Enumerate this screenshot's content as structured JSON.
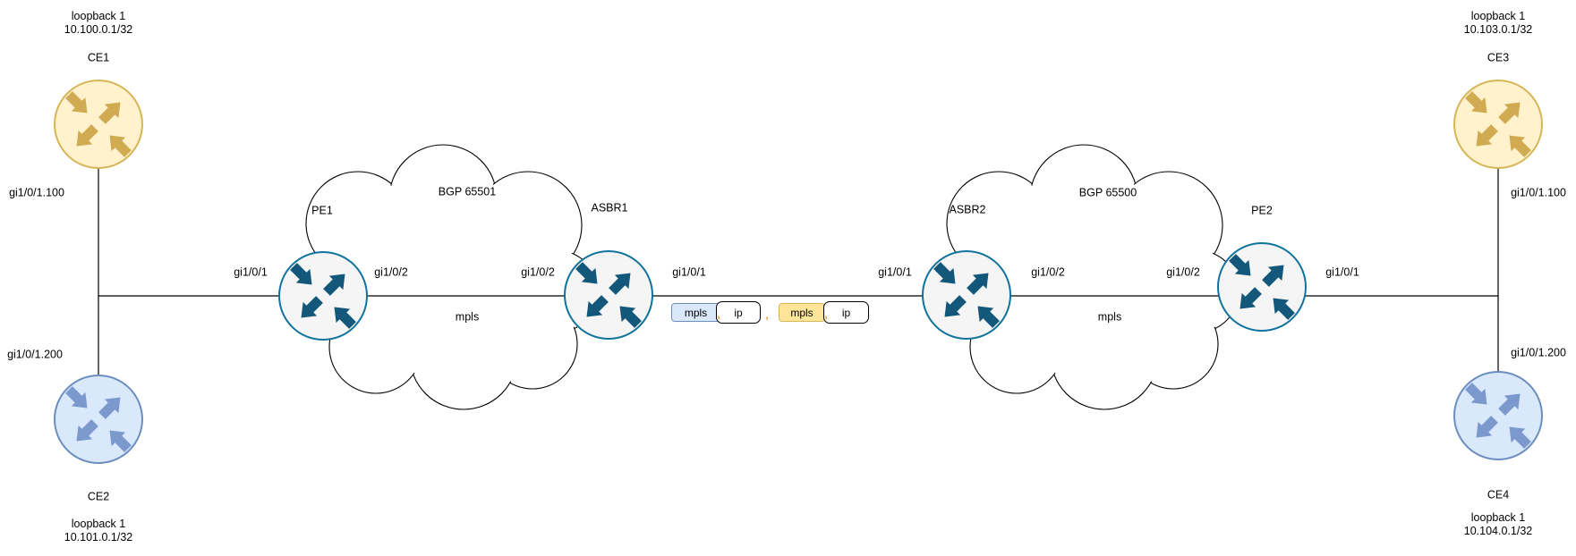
{
  "nodes": {
    "ce1": {
      "name": "CE1",
      "loopback_title": "loopback 1",
      "loopback_ip": "10.100.0.1/32",
      "interface": "gi1/0/1.100"
    },
    "ce2": {
      "name": "CE2",
      "loopback_title": "loopback 1",
      "loopback_ip": "10.101.0.1/32",
      "interface": "gi1/0/1.200"
    },
    "ce3": {
      "name": "CE3",
      "loopback_title": "loopback 1",
      "loopback_ip": "10.103.0.1/32",
      "interface": "gi1/0/1.100"
    },
    "ce4": {
      "name": "CE4",
      "loopback_title": "loopback 1",
      "loopback_ip": "10.104.0.1/32",
      "interface": "gi1/0/1.200"
    },
    "pe1": {
      "name": "PE1",
      "if_left": "gi1/0/1",
      "if_right": "gi1/0/2"
    },
    "asbr1": {
      "name": "ASBR1",
      "if_left": "gi1/0/2",
      "if_right": "gi1/0/1"
    },
    "asbr2": {
      "name": "ASBR2",
      "if_left": "gi1/0/1",
      "if_right": "gi1/0/2"
    },
    "pe2": {
      "name": "PE2",
      "if_left": "gi1/0/2",
      "if_right": "gi1/0/1"
    }
  },
  "clouds": {
    "left": {
      "label": "BGP 65501",
      "transport": "mpls"
    },
    "right": {
      "label": "BGP 65500",
      "transport": "mpls"
    }
  },
  "protocol_stacks": {
    "separator": ",",
    "left": {
      "bottom": "mpls",
      "top": "ip"
    },
    "right": {
      "bottom": "mpls",
      "top": "ip"
    }
  },
  "icons": {
    "router": "router-arrows-icon",
    "cloud": "autonomous-system-cloud"
  },
  "colors": {
    "text": "#000000",
    "line": "#000000",
    "cloud_stroke": "#000000",
    "core_fill": "#f5f5f5",
    "core_stroke": "#10739e",
    "core_arrow": "#13587a",
    "ce_yellow_fill": "#fff2cc",
    "ce_yellow_stroke": "#d6b656",
    "ce_yellow_arrow": "#d0ab52",
    "ce_blue_fill": "#dae8fc",
    "ce_blue_stroke": "#6c8ebf",
    "ce_blue_arrow": "#7b99cd",
    "badge_blue_fill": "#dae8fc",
    "badge_blue_stroke": "#6c8ebf",
    "badge_yellow_fill": "#ffe599",
    "badge_yellow_stroke": "#d6b656",
    "badge_ip_fill": "#ffffff",
    "badge_ip_stroke": "#000000",
    "comma": "#e8a33d"
  }
}
